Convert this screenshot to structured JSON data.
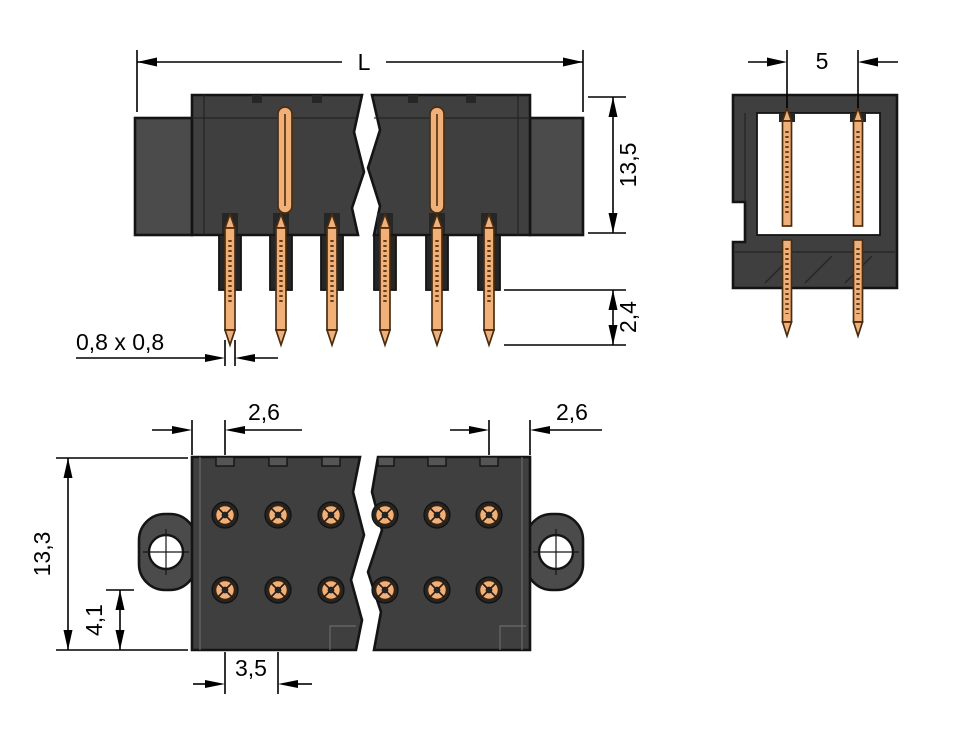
{
  "drawing": {
    "front_view": {
      "dim_length": "L",
      "dim_height": "13,5",
      "dim_pin_protrusion": "2,4",
      "dim_pin_cross_section": "0,8 x 0,8"
    },
    "side_view": {
      "dim_row_pitch": "5"
    },
    "top_view": {
      "dim_edge_offset_left": "2,6",
      "dim_edge_offset_right": "2,6",
      "dim_total_width": "13,3",
      "dim_flange_to_row": "4,1",
      "dim_pin_pitch": "3,5"
    },
    "colors": {
      "housing": "#3f3f3f",
      "housing_light": "#4b4b4b",
      "housing_dark": "#262626",
      "pin": "#f2b079",
      "pin_outline": "#4a2d10",
      "background": "#ffffff"
    }
  }
}
